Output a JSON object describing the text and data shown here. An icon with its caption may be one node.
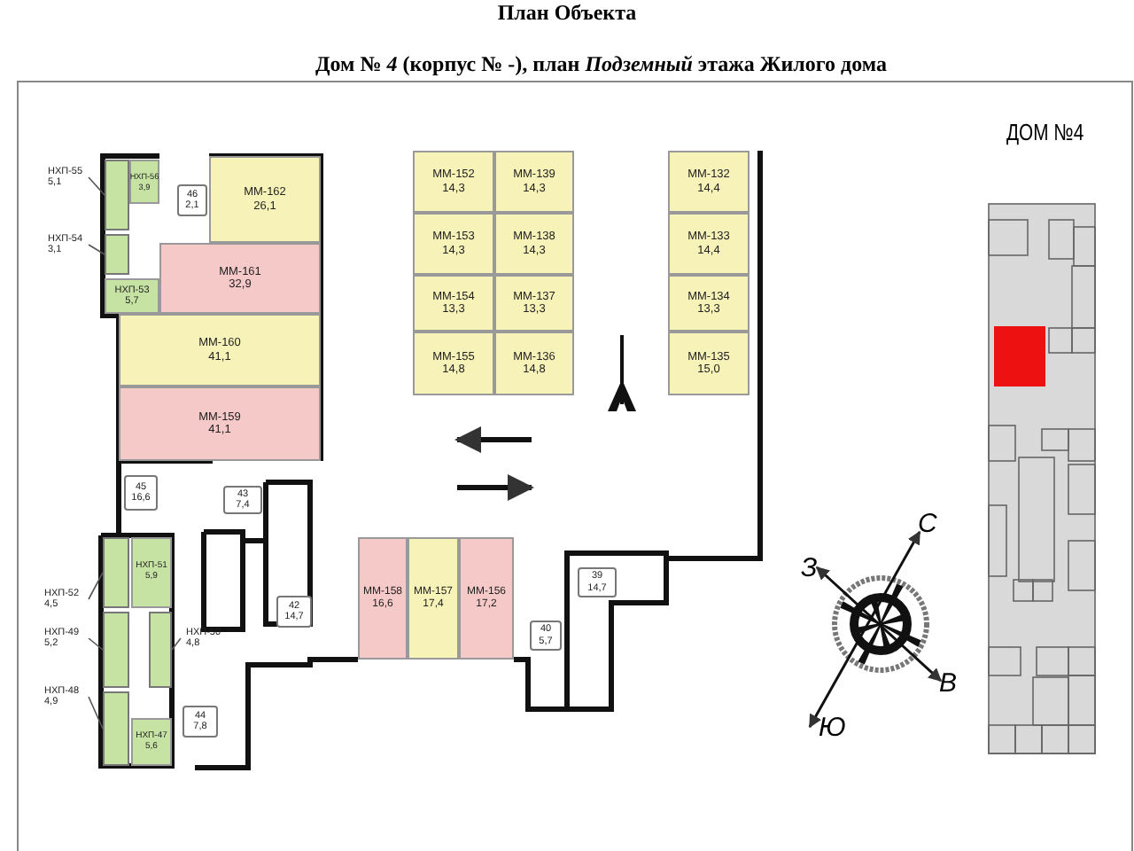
{
  "diagram": {
    "title": "План Объекта",
    "nodes": [
      {
        "text": [
          "ММ-162",
          "26,1"
        ]
      },
      {
        "text": [
          "46",
          "2,1"
        ]
      },
      {
        "text": [
          "ММ-161",
          "32,9"
        ]
      },
      {
        "text": [
          "ММ-160",
          "41,1"
        ]
      },
      {
        "text": [
          "ММ-159",
          "41,1"
        ]
      },
      {
        "text": [
          "НХП-56",
          "3,9"
        ]
      },
      {
        "text": [],
        "shape": "box"
      },
      {
        "text": [],
        "shape": "box"
      },
      {
        "text": [
          "НХП-53",
          "5,7"
        ]
      },
      {
        "text": [
          "НХП-55",
          "5,1"
        ]
      },
      {
        "text": [
          "НХП-54",
          "3,1"
        ]
      },
      {
        "text": [
          "ММ-152",
          "14,3"
        ]
      },
      {
        "text": [
          "ММ-139",
          "14,3"
        ]
      },
      {
        "text": [
          "ММ-153",
          "14,3"
        ]
      },
      {
        "text": [
          "ММ-138",
          "14,3"
        ]
      },
      {
        "text": [
          "ММ-154",
          "13,3"
        ]
      },
      {
        "text": [
          "ММ-137",
          "13,3"
        ]
      },
      {
        "text": [
          "ММ-155",
          "14,8"
        ]
      },
      {
        "text": [
          "ММ-136",
          "14,8"
        ]
      },
      {
        "text": [
          "ММ-132",
          "14,4"
        ]
      },
      {
        "text": [
          "ММ-133",
          "14,4"
        ]
      },
      {
        "text": [
          "ММ-134",
          "13,3"
        ]
      },
      {
        "text": [
          "ММ-135",
          "15,0"
        ]
      },
      {
        "text": [
          "45",
          "16,6"
        ]
      },
      {
        "text": [
          "43",
          "7,4"
        ]
      },
      {
        "text": [
          "42",
          "14,7"
        ]
      },
      {
        "text": [
          "НХП-51",
          "5,9"
        ]
      },
      {
        "text": [],
        "shape": "box"
      },
      {
        "text": [],
        "shape": "box"
      },
      {
        "text": [],
        "shape": "box"
      },
      {
        "text": [
          "НХП-47",
          "5,6"
        ]
      },
      {
        "text": [
          "НХП-50",
          "4,8"
        ]
      },
      {
        "text": [],
        "shape": "box"
      },
      {
        "text": [
          "НХП-52",
          "4,5"
        ]
      },
      {
        "text": [
          "НХП-49",
          "5,2"
        ]
      },
      {
        "text": [
          "НХП-48",
          "4,9"
        ]
      },
      {
        "text": [
          "44",
          "7,8"
        ]
      },
      {
        "text": [
          "ММ-158",
          "16,6"
        ]
      },
      {
        "text": [
          "ММ-157",
          "17,4"
        ]
      },
      {
        "text": [
          "ММ-156",
          "17,2"
        ]
      },
      {
        "text": [
          "39",
          "14,7"
        ]
      },
      {
        "text": [
          "40",
          "5,7"
        ]
      }
    ],
    "edges": [
      {
        "from": 9,
        "to": 6,
        "arrow": "none"
      },
      {
        "from": 10,
        "to": 7,
        "arrow": "none"
      },
      {
        "from": 33,
        "to": 27,
        "arrow": "none"
      },
      {
        "from": 34,
        "to": 28,
        "arrow": "none"
      },
      {
        "from": 35,
        "to": 29,
        "arrow": "none"
      },
      {
        "from": 31,
        "to": 32,
        "arrow": "none"
      }
    ],
    "labels": [
      "Дом № *4* (корпус № -), план *Подземный* этажа Жилого дома",
      "ДОМ №4",
      "С",
      "З",
      "В",
      "Ю"
    ]
  }
}
